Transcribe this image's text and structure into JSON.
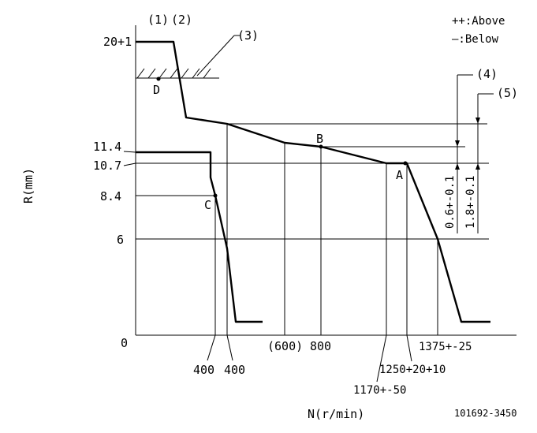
{
  "axes": {
    "y_label": "R(mm)",
    "x_label": "N(r/min)"
  },
  "y_ticks": [
    "20+1",
    "11.4",
    "10.7",
    "8.4",
    "6",
    "0"
  ],
  "x_ticks": {
    "n400a": "400",
    "n400b": "400",
    "n600": "(600)",
    "n800": "800",
    "n1170": "1170+-50",
    "n1250": "1250+20+10",
    "n1375": "1375+-25"
  },
  "legend": {
    "above": "++:Above",
    "below": "—:Below"
  },
  "callouts": {
    "c1": "(1)",
    "c2": "(2)",
    "c3": "(3)",
    "c4": "(4)",
    "c5": "(5)"
  },
  "points": {
    "A": "A",
    "B": "B",
    "C": "C",
    "D": "D"
  },
  "dimensions": {
    "d4": "0.6+-0.1",
    "d5": "1.8+-0.1"
  },
  "drawing_number": "101692-3450"
}
